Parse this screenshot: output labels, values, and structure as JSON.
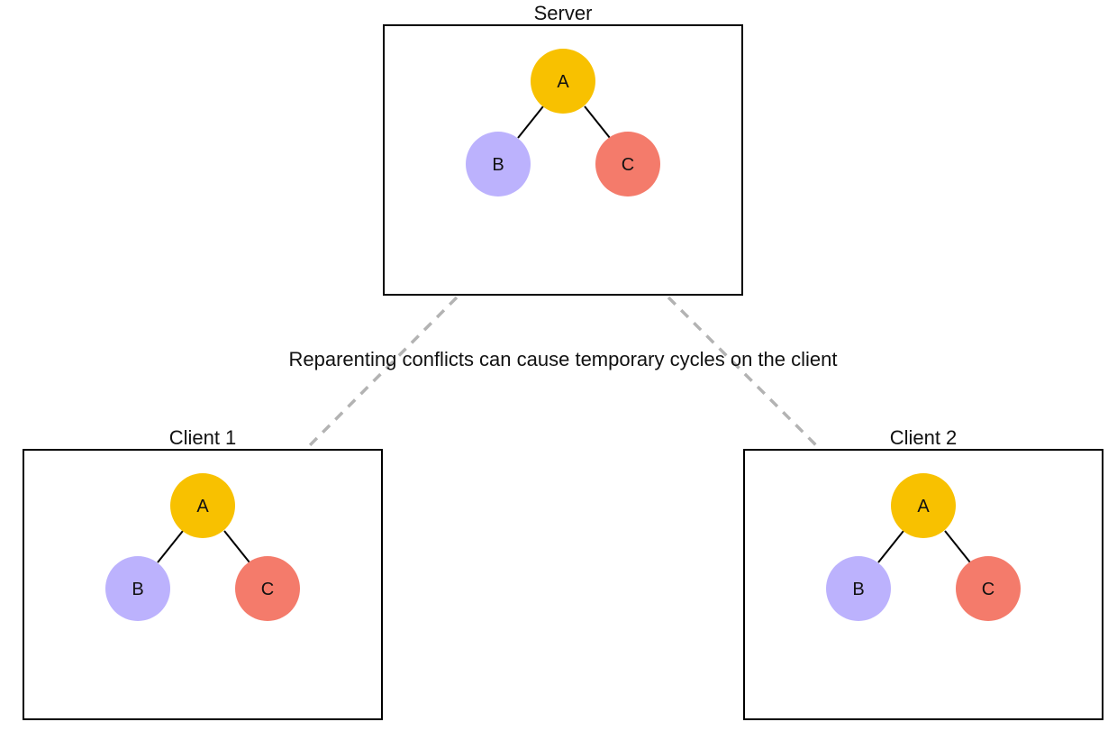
{
  "caption": "Reparenting conflicts can cause temporary cycles on the client",
  "colors": {
    "node_a": "#f8c100",
    "node_b": "#bcb2fd",
    "node_c": "#f47b6b",
    "connector": "#b3b3b3",
    "box_border": "#000000"
  },
  "panels": [
    {
      "id": "server",
      "title": "Server",
      "nodes": [
        {
          "id": "A",
          "label": "A",
          "color": "#f8c100"
        },
        {
          "id": "B",
          "label": "B",
          "color": "#bcb2fd"
        },
        {
          "id": "C",
          "label": "C",
          "color": "#f47b6b"
        }
      ],
      "edges": [
        [
          "A",
          "B"
        ],
        [
          "A",
          "C"
        ]
      ]
    },
    {
      "id": "client1",
      "title": "Client 1",
      "nodes": [
        {
          "id": "A",
          "label": "A",
          "color": "#f8c100"
        },
        {
          "id": "B",
          "label": "B",
          "color": "#bcb2fd"
        },
        {
          "id": "C",
          "label": "C",
          "color": "#f47b6b"
        }
      ],
      "edges": [
        [
          "A",
          "B"
        ],
        [
          "A",
          "C"
        ]
      ]
    },
    {
      "id": "client2",
      "title": "Client 2",
      "nodes": [
        {
          "id": "A",
          "label": "A",
          "color": "#f8c100"
        },
        {
          "id": "B",
          "label": "B",
          "color": "#bcb2fd"
        },
        {
          "id": "C",
          "label": "C",
          "color": "#f47b6b"
        }
      ],
      "edges": [
        [
          "A",
          "B"
        ],
        [
          "A",
          "C"
        ]
      ]
    }
  ],
  "connections": [
    {
      "from": "server",
      "to": "client1"
    },
    {
      "from": "server",
      "to": "client2"
    }
  ]
}
